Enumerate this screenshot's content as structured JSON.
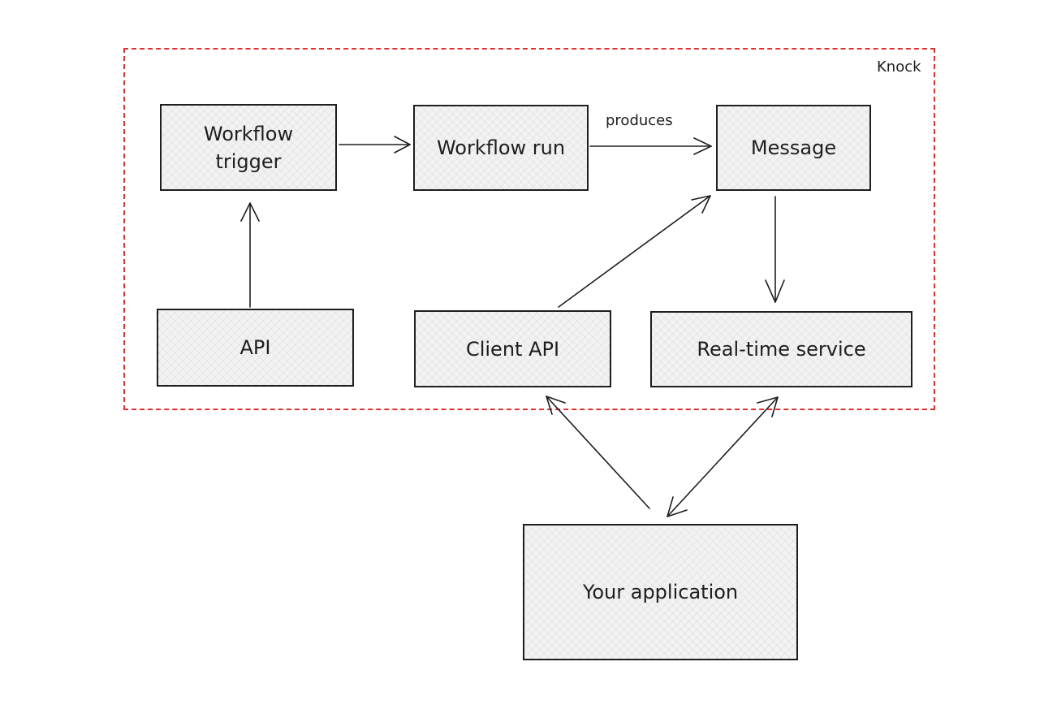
{
  "diagram": {
    "boundary_label": "Knock",
    "nodes": {
      "workflow_trigger": "Workflow\ntrigger",
      "workflow_run": "Workflow run",
      "message": "Message",
      "api": "API",
      "client_api": "Client API",
      "realtime_service": "Real-time service",
      "your_application": "Your application"
    },
    "edges": {
      "produces": "produces"
    },
    "colors": {
      "boundary": "#e03131",
      "stroke": "#1e1e1e",
      "node_fill": "#f2f2f3"
    }
  }
}
